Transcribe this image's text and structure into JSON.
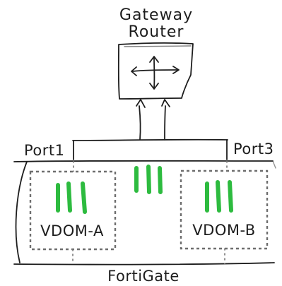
{
  "router": {
    "label_line1": "Gateway",
    "label_line2": "Router"
  },
  "ports": {
    "left": "Port1",
    "right": "Port3"
  },
  "vdoms": [
    {
      "label": "VDOM-A"
    },
    {
      "label": "VDOM-B"
    }
  ],
  "device": {
    "label": "FortiGate"
  },
  "colors": {
    "ink": "#1d1d1d",
    "dashed_box": "#6e6e6e",
    "accent_green": "#2dbb3f"
  }
}
